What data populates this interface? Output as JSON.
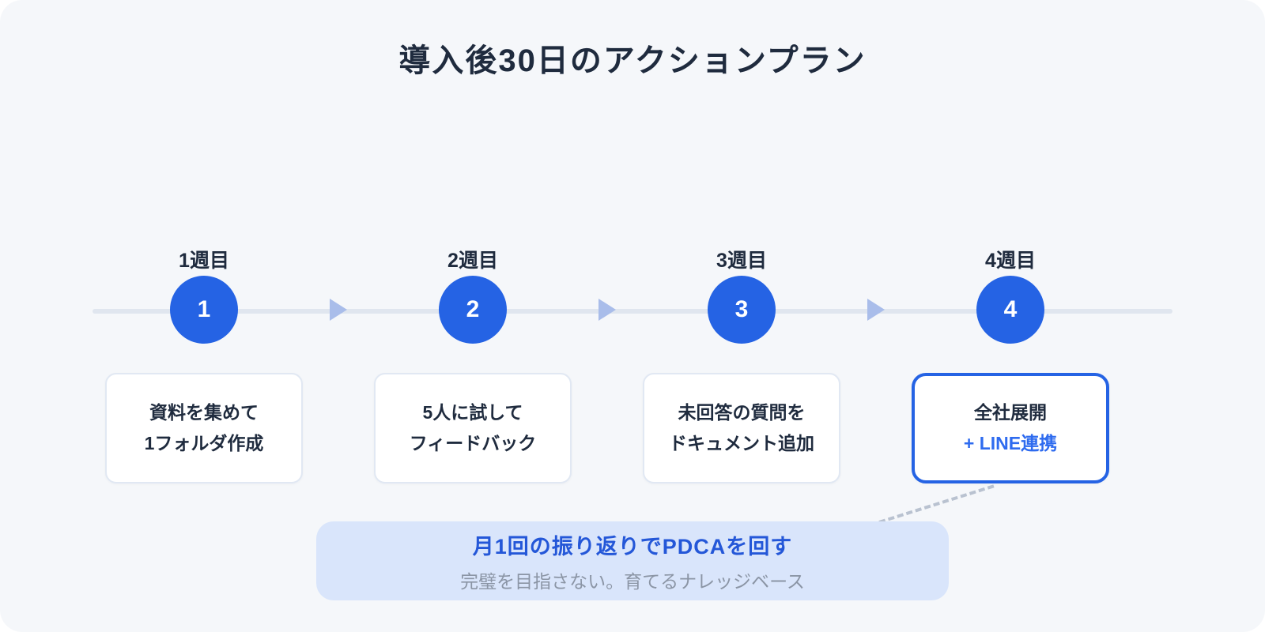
{
  "title": "導入後30日のアクションプラン",
  "colors": {
    "accent_blue": "#2563e4",
    "accent_text_blue": "#2e6bef",
    "navy_text": "#1f2b3e",
    "canvas_bg": "#f5f7fa",
    "timeline_line": "#e0e6ef",
    "arrow": "#a9bdea",
    "card_border": "#e1e8f3",
    "highlight_border": "#2563e4",
    "callout_bg": "#d9e5fb",
    "callout_title": "#2457d8",
    "callout_subtitle": "#8b95a5",
    "connector_dash": "#b9c2d0"
  },
  "icons": {
    "flow_arrow": "right-pointing-triangle"
  },
  "timeline": {
    "steps": [
      {
        "week": "1週目",
        "number": "1",
        "line1": "資料を集めて",
        "line2": "1フォルダ作成",
        "highlight": false
      },
      {
        "week": "2週目",
        "number": "2",
        "line1": "5人に試して",
        "line2": "フィードバック",
        "highlight": false
      },
      {
        "week": "3週目",
        "number": "3",
        "line1": "未回答の質問を",
        "line2": "ドキュメント追加",
        "highlight": false
      },
      {
        "week": "4週目",
        "number": "4",
        "line1": "全社展開",
        "line2": "+ LINE連携",
        "highlight": true
      }
    ]
  },
  "callout": {
    "title": "月1回の振り返りでPDCAを回す",
    "subtitle": "完璧を目指さない。育てるナレッジベース"
  }
}
